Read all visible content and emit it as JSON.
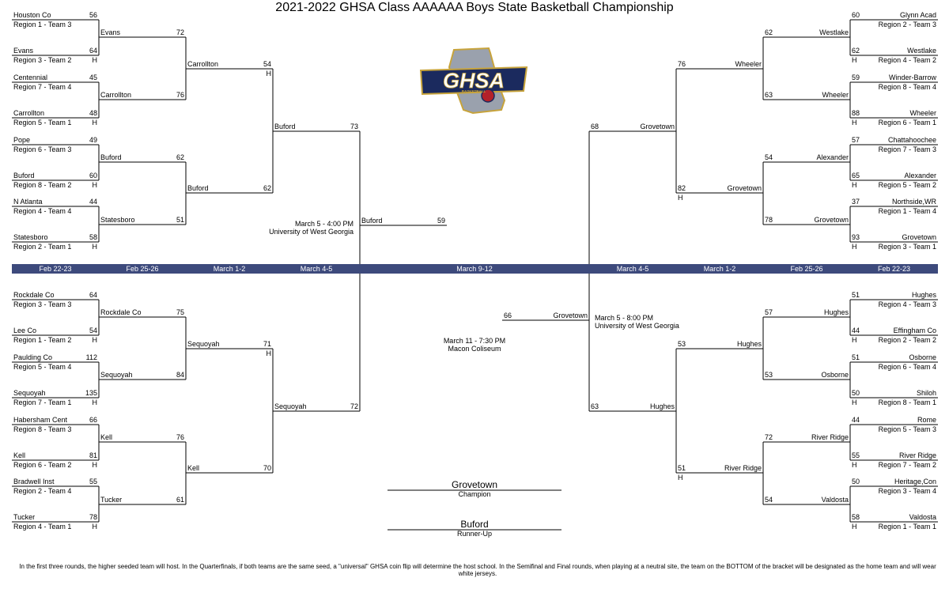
{
  "title": "2021-2022 GHSA Class AAAAAA Boys State Basketball Championship",
  "logo": {
    "text": "GHSA",
    "subtext": "BASKETBALL",
    "colors": {
      "navy": "#1b2a5e",
      "gold": "#c7a33b",
      "red": "#b3202a",
      "gray": "#9aa1ad"
    }
  },
  "band": {
    "color": "#3d4a7c",
    "labels": [
      "Feb 22-23",
      "Feb 25-26",
      "March 1-2",
      "March 4-5",
      "March 9-12",
      "March 4-5",
      "March 1-2",
      "Feb 25-26",
      "Feb 22-23"
    ]
  },
  "host_marker": "H",
  "round1": {
    "left_top": [
      [
        "Houston Co",
        "Region 1 - Team 3",
        "56",
        ""
      ],
      [
        "Evans",
        "Region 3 - Team 2",
        "64",
        "H"
      ],
      [
        "Centennial",
        "Region 7 - Team 4",
        "45",
        ""
      ],
      [
        "Carrollton",
        "Region 5 - Team 1",
        "48",
        "H"
      ],
      [
        "Pope",
        "Region 6 - Team 3",
        "49",
        ""
      ],
      [
        "Buford",
        "Region 8 - Team 2",
        "60",
        "H"
      ],
      [
        "N Atlanta",
        "Region 4 - Team 4",
        "44",
        ""
      ],
      [
        "Statesboro",
        "Region 2 - Team 1",
        "58",
        "H"
      ]
    ],
    "left_bottom": [
      [
        "Rockdale Co",
        "Region 3 - Team 3",
        "64",
        ""
      ],
      [
        "Lee Co",
        "Region 1 - Team 2",
        "54",
        "H"
      ],
      [
        "Paulding Co",
        "Region 5 - Team 4",
        "112",
        ""
      ],
      [
        "Sequoyah",
        "Region 7 - Team 1",
        "135",
        "H"
      ],
      [
        "Habersham Cent",
        "Region 8 - Team 3",
        "66",
        ""
      ],
      [
        "Kell",
        "Region 6 - Team 2",
        "81",
        "H"
      ],
      [
        "Bradwell Inst",
        "Region 2 - Team 4",
        "55",
        ""
      ],
      [
        "Tucker",
        "Region 4 - Team 1",
        "78",
        "H"
      ]
    ],
    "right_top": [
      [
        "Glynn Acad",
        "Region 2 - Team 3",
        "60",
        ""
      ],
      [
        "Westlake",
        "Region 4 - Team 2",
        "62",
        "H"
      ],
      [
        "Winder-Barrow",
        "Region  8 - Team 4",
        "59",
        ""
      ],
      [
        "Wheeler",
        "Region 6 - Team 1",
        "88",
        "H"
      ],
      [
        "Chattahoochee",
        "Region 7 - Team 3",
        "57",
        ""
      ],
      [
        "Alexander",
        "Region 5 - Team 2",
        "65",
        "H"
      ],
      [
        "Northside,WR",
        "Region 1 - Team 4",
        "37",
        ""
      ],
      [
        "Grovetown",
        "Region 3 - Team 1",
        "93",
        "H"
      ]
    ],
    "right_bottom": [
      [
        "Hughes",
        "Region 4 - Team 3",
        "51",
        ""
      ],
      [
        "Effingham Co",
        "Region 2 - Team 2",
        "44",
        "H"
      ],
      [
        "Osborne",
        "Region 6 - Team 4",
        "51",
        ""
      ],
      [
        "Shiloh",
        "Region 8 - Team 1",
        "50",
        "H"
      ],
      [
        "Rome",
        "Region 5 - Team 3",
        "44",
        ""
      ],
      [
        "River Ridge",
        "Region 7 - Team 2",
        "55",
        "H"
      ],
      [
        "Heritage,Con",
        "Region 3 - Team 4",
        "50",
        ""
      ],
      [
        "Valdosta",
        "Region 1 - Team 1",
        "58",
        "H"
      ]
    ]
  },
  "round2": {
    "left_top": [
      [
        "Evans",
        "72",
        ""
      ],
      [
        "Carrollton",
        "76",
        ""
      ],
      [
        "Buford",
        "62",
        ""
      ],
      [
        "Statesboro",
        "51",
        ""
      ]
    ],
    "left_bottom": [
      [
        "Rockdale Co",
        "75",
        ""
      ],
      [
        "Sequoyah",
        "84",
        ""
      ],
      [
        "Kell",
        "76",
        ""
      ],
      [
        "Tucker",
        "61",
        ""
      ]
    ],
    "right_top": [
      [
        "Westlake",
        "62",
        ""
      ],
      [
        "Wheeler",
        "63",
        ""
      ],
      [
        "Alexander",
        "54",
        ""
      ],
      [
        "Grovetown",
        "78",
        ""
      ]
    ],
    "right_bottom": [
      [
        "Hughes",
        "57",
        ""
      ],
      [
        "Osborne",
        "53",
        ""
      ],
      [
        "River Ridge",
        "72",
        ""
      ],
      [
        "Valdosta",
        "54",
        ""
      ]
    ]
  },
  "round3": {
    "left_top": [
      [
        "Carrollton",
        "54",
        "H"
      ],
      [
        "Buford",
        "62",
        ""
      ]
    ],
    "left_bottom": [
      [
        "Sequoyah",
        "71",
        "H"
      ],
      [
        "Kell",
        "70",
        ""
      ]
    ],
    "right_top": [
      [
        "Wheeler",
        "76",
        ""
      ],
      [
        "Grovetown",
        "82",
        "H"
      ]
    ],
    "right_bottom": [
      [
        "Hughes",
        "53",
        ""
      ],
      [
        "River Ridge",
        "51",
        "H"
      ]
    ]
  },
  "round4": {
    "left": [
      [
        "Buford",
        "73"
      ],
      [
        "Sequoyah",
        "72"
      ]
    ],
    "right": [
      [
        "Grovetown",
        "68"
      ],
      [
        "Hughes",
        "63"
      ]
    ]
  },
  "semifinal_info": {
    "left": [
      "March 5 - 4:00 PM",
      "University of West Georgia"
    ],
    "right": [
      "March 5 - 8:00 PM",
      "University of West Georgia"
    ]
  },
  "semifinals": {
    "left": [
      "Buford",
      "59"
    ],
    "right": [
      "Grovetown",
      "66"
    ]
  },
  "final_info": [
    "March 11 - 7:30 PM",
    "Macon Coliseum"
  ],
  "champion": {
    "name": "Grovetown",
    "label": "Champion"
  },
  "runner_up": {
    "name": "Buford",
    "label": "Runner-Up"
  },
  "footnote": "In the first three rounds, the higher seeded team will host. In the Quarterfinals, if both teams are the same seed, a \"universal\" GHSA coin flip will determine the host school. In the Semifinal and Final rounds, when playing at a neutral site, the team on the BOTTOM of the bracket will be designated as the home team and will wear white jerseys."
}
